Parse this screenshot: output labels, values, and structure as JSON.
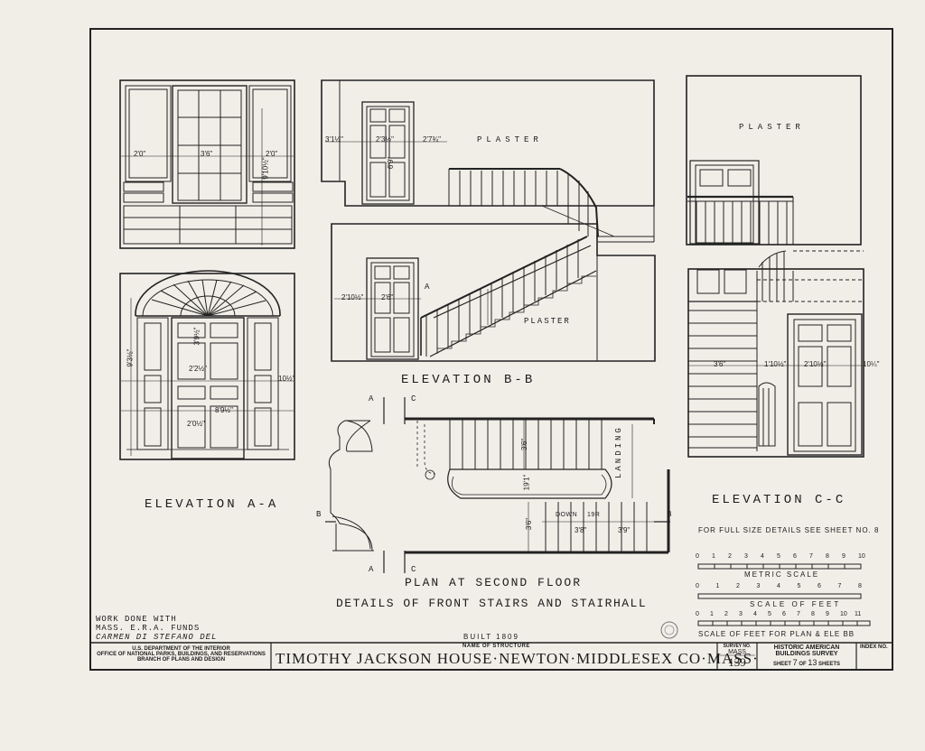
{
  "elevation_aa": "ELEVATION A-A",
  "elevation_bb": "ELEVATION B-B",
  "elevation_cc": "ELEVATION C-C",
  "plaster": "PLASTER",
  "plan_title": "PLAN AT SECOND FLOOR",
  "details_title": "DETAILS OF FRONT STAIRS AND STAIRHALL",
  "landing": "LANDING",
  "down": "DOWN",
  "risers": "19R",
  "full_size_note": "FOR FULL SIZE DETAILS SEE SHEET NO. 8",
  "metric_scale": "METRIC SCALE",
  "scale_of_feet": "SCALE OF FEET",
  "scale_note": "SCALE OF FEET FOR PLAN & ELE BB",
  "metric_ticks": [
    "0",
    "1",
    "2",
    "3",
    "4",
    "5",
    "6",
    "7",
    "8",
    "9",
    "10"
  ],
  "metric_ticks2": [
    "0",
    "1",
    "2",
    "3",
    "4",
    "5",
    "6",
    "7",
    "8"
  ],
  "feet_ticks": [
    "0",
    "1",
    "2",
    "3",
    "4",
    "5",
    "6",
    "7",
    "8",
    "9",
    "10",
    "11"
  ],
  "credits": {
    "line1": "WORK DONE WITH",
    "line2": "MASS. E.R.A. FUNDS",
    "line3": "CARMEN DI STEFANO DEL"
  },
  "built": "BUILT 1809",
  "name_label": "NAME OF STRUCTURE",
  "structure_name": "TIMOTHY JACKSON HOUSE·NEWTON·MIDDLESEX CO·MASS·",
  "agency": {
    "line1": "U.S. DEPARTMENT OF THE INTERIOR",
    "line2": "OFFICE OF NATIONAL PARKS, BUILDINGS, AND RESERVATIONS",
    "line3": "BRANCH OF PLANS AND DESIGN"
  },
  "survey": {
    "label": "SURVEY NO.",
    "state": "MASS",
    "number": "139"
  },
  "habs": {
    "line1": "HISTORIC AMERICAN",
    "line2": "BUILDINGS SURVEY",
    "sheet_label": "SHEET",
    "sheet_no": "7",
    "of_label": "OF",
    "sheets_total": "13",
    "sheets_label": "SHEETS"
  },
  "index_label": "INDEX NO.",
  "section_marks": {
    "a": "A",
    "b": "B",
    "c": "C"
  },
  "dims": {
    "d1": "2'0\"",
    "d2": "3'6\"",
    "d3": "2'0\"",
    "d4": "9'10½\"",
    "d5": "9'3½\"",
    "d6": "3'9½\"",
    "d7": "10½\"",
    "d8": "2'2½\"",
    "d9": "8'9½\"",
    "d10": "2'0½\"",
    "d11": "3'1½\"",
    "d12": "2'3½\"",
    "d13": "2'7¾\"",
    "d14": "6'9\"",
    "d15": "2'10½\"",
    "d16": "2'6\"",
    "d17": "3'6\"",
    "d18": "1'10½\"",
    "d19": "2'10½\"",
    "d20": "10¼\"",
    "d21": "3'6\"",
    "d22": "19'1\"",
    "d23": "3'6\"",
    "d24": "3'8\"",
    "d25": "3'9\""
  }
}
